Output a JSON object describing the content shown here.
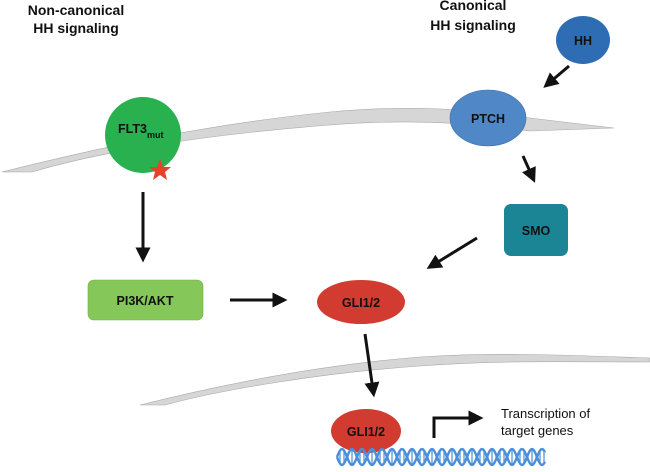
{
  "titles": {
    "noncanonical_line1": "Non-canonical",
    "noncanonical_line2": "HH signaling",
    "canonical_line1": "Canonical",
    "canonical_line2": "HH signaling"
  },
  "nodes": {
    "hh": {
      "label": "HH",
      "color": "#2e6db4"
    },
    "ptch": {
      "label": "PTCH",
      "color": "#4f87c7"
    },
    "smo": {
      "label": "SMO",
      "color": "#1b8596"
    },
    "flt3": {
      "label": "FLT3",
      "subscript": "mut",
      "color": "#29b04f",
      "mutation_marker_color": "#e8412a"
    },
    "pi3k": {
      "label": "PI3K/AKT",
      "color": "#86c75a"
    },
    "gli_cyto": {
      "label": "GLI1/2",
      "color": "#d23b30"
    },
    "gli_nucleus": {
      "label": "GLI1/2",
      "color": "#d23b30"
    }
  },
  "membrane_color": "#d6d6d6",
  "dna_color": "#4a8fd8",
  "transcription": {
    "line1": "Transcription of",
    "line2": "target genes"
  }
}
